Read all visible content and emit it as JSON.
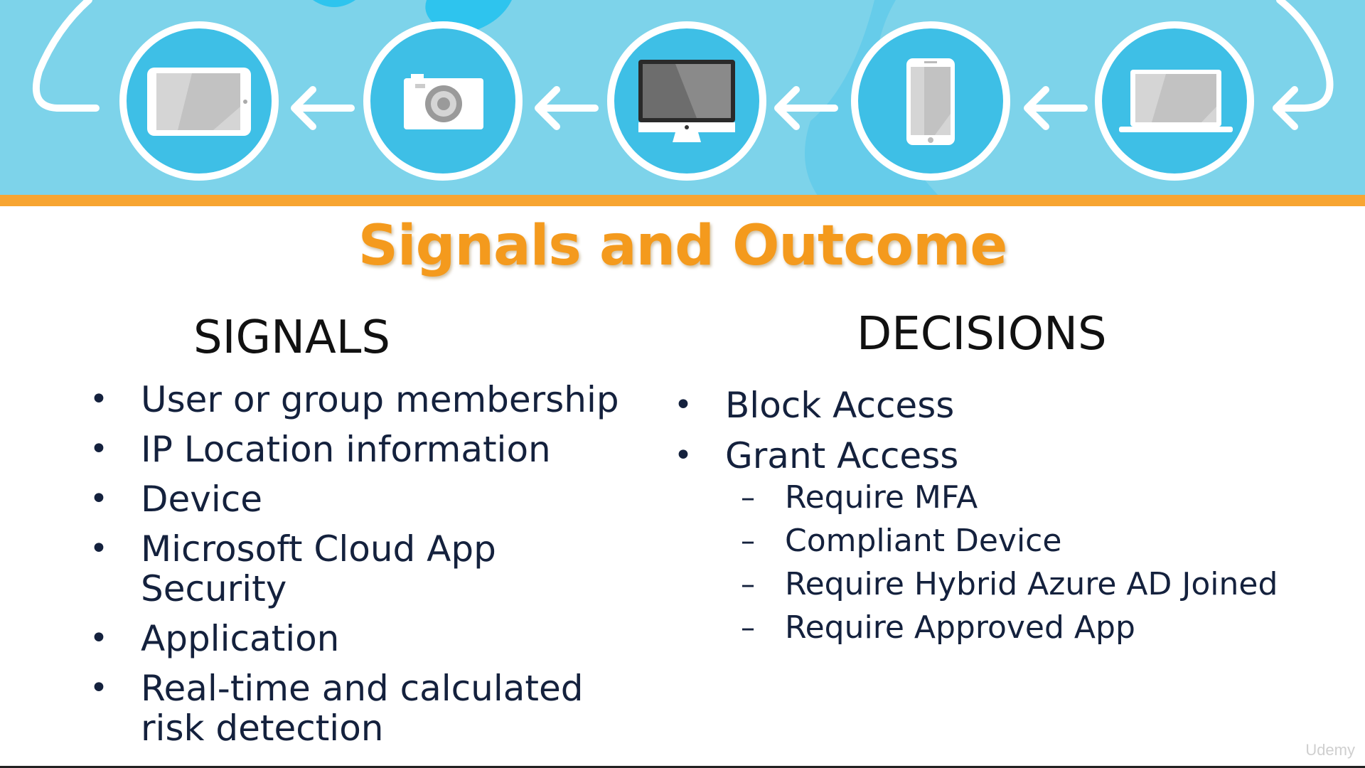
{
  "banner": {
    "colors": {
      "sky": "#7dd3ea",
      "blob": "#2ec4ee",
      "circle": "#3ebfe6",
      "stripe": "#f7a532"
    },
    "devices": [
      {
        "name": "tablet-icon"
      },
      {
        "name": "camera-icon"
      },
      {
        "name": "monitor-icon"
      },
      {
        "name": "phone-icon"
      },
      {
        "name": "laptop-icon"
      }
    ]
  },
  "title": "Signals and Outcome",
  "signals": {
    "heading": "SIGNALS",
    "bullet": "•",
    "items": [
      "User or group membership",
      "IP Location information",
      "Device",
      "Microsoft Cloud App Security",
      "Application",
      "Real-time and calculated risk detection"
    ]
  },
  "decisions": {
    "heading": "DECISIONS",
    "bullet": "•",
    "sub_bullet": "–",
    "items": [
      "Block Access",
      "Grant Access"
    ],
    "grant_options": [
      "Require MFA",
      "Compliant Device",
      "Require Hybrid Azure AD Joined",
      "Require Approved App"
    ]
  },
  "watermark": "Udemy"
}
